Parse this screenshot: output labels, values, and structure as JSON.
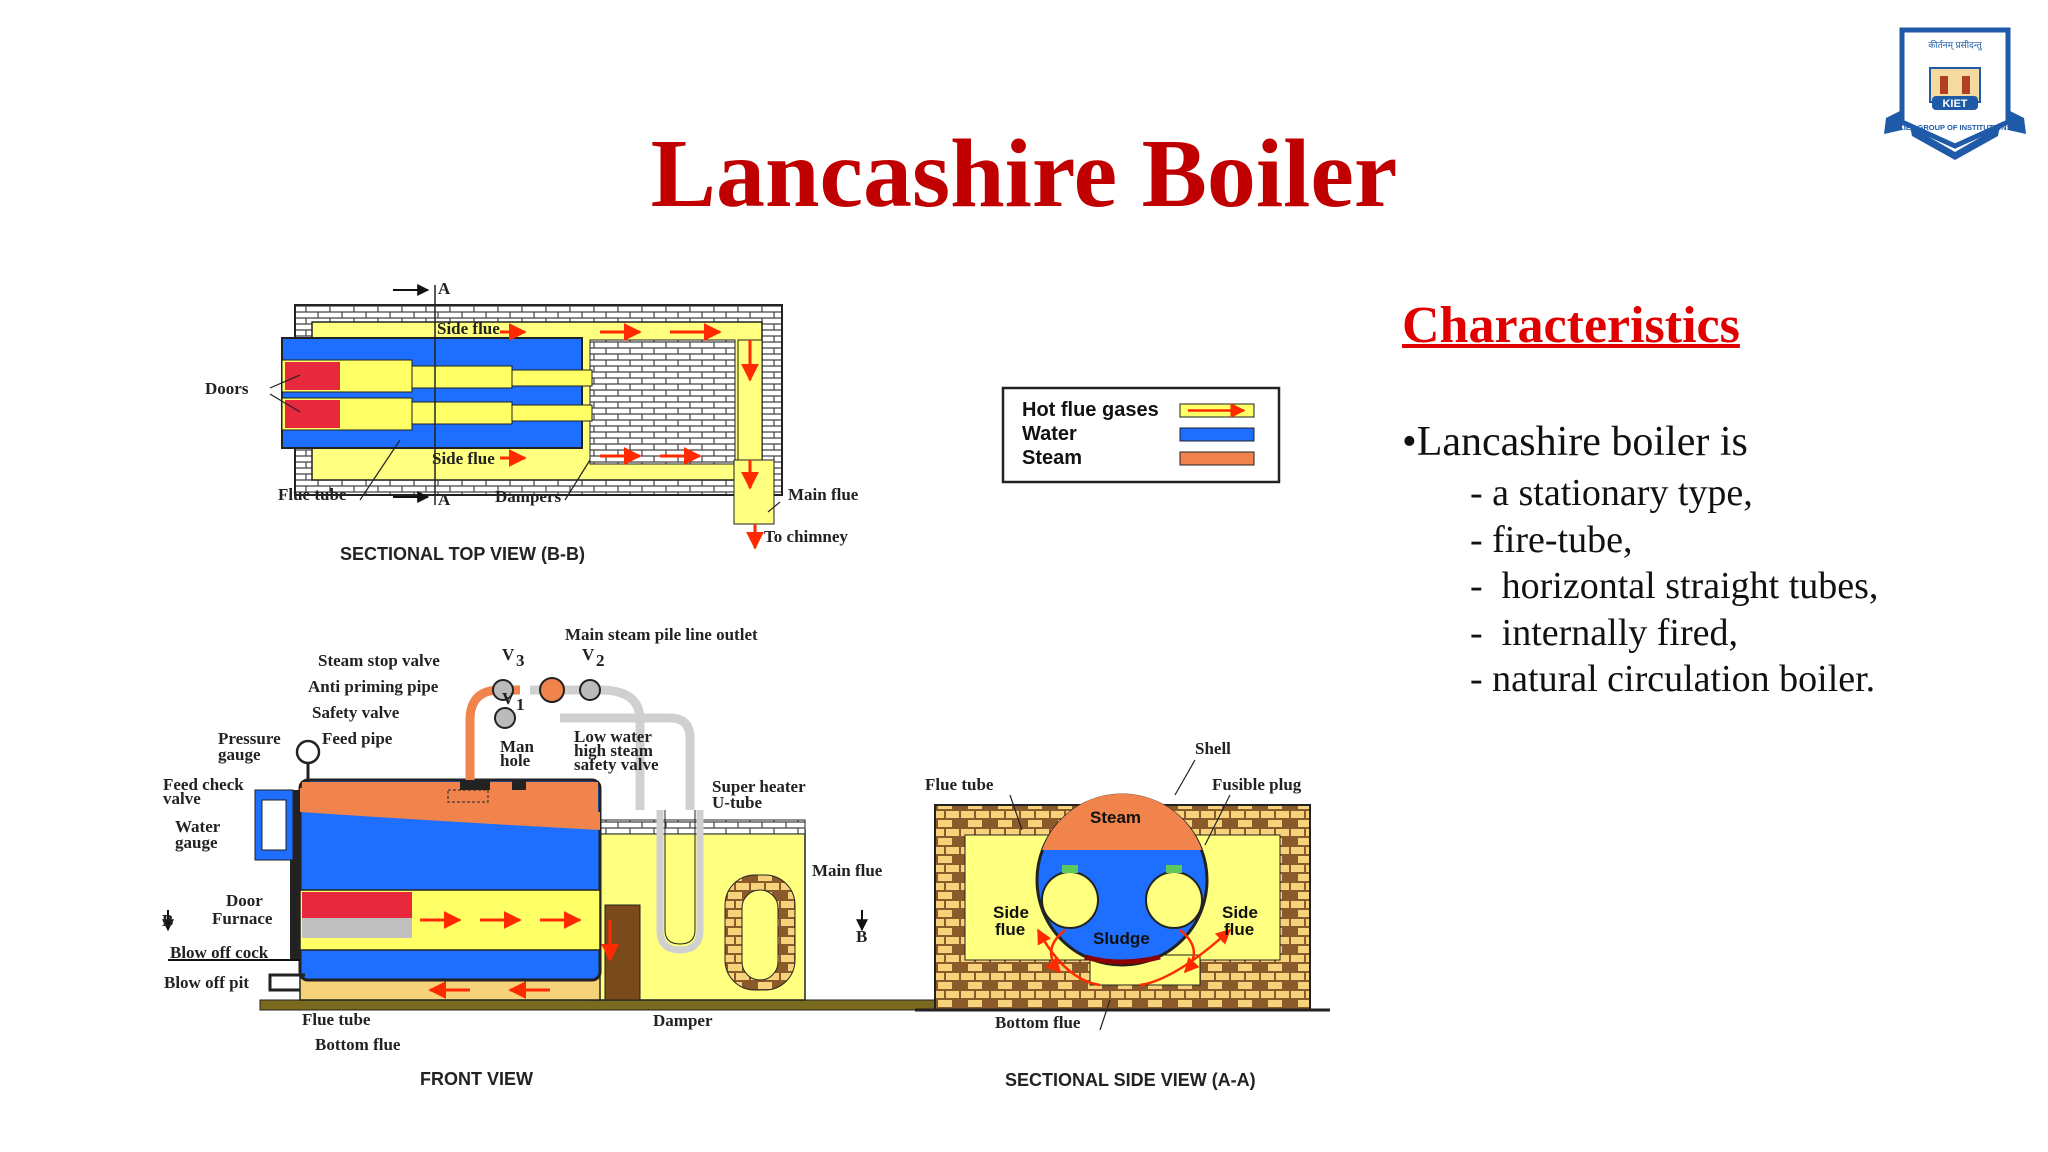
{
  "slide": {
    "title": "Lancashire Boiler",
    "logo": {
      "icon": "kiet-crest-icon",
      "badge": "KIET",
      "ring_text": "KIET GROUP OF INSTITUTIONS",
      "motto": "कीर्तनम् प्रसीदन्तु"
    }
  },
  "characteristics": {
    "heading": "Characteristics",
    "lead": "•Lancashire boiler is",
    "points": [
      "- a stationary type,",
      "- fire-tube,",
      "-  horizontal straight tubes,",
      "-  internally fired,",
      "- natural circulation boiler."
    ]
  },
  "legend": {
    "items": [
      {
        "label": "Hot flue gases",
        "color": "#ffff66",
        "arrow": "#ff3300"
      },
      {
        "label": "Water",
        "color": "#1e6fff"
      },
      {
        "label": "Steam",
        "color": "#f0844c"
      }
    ]
  },
  "top_view": {
    "caption": "SECTIONAL TOP VIEW  (B-B)",
    "labels": {
      "section_a_top": "A",
      "section_a_bottom": "A",
      "side_flue_top": "Side flue",
      "side_flue_bottom": "Side flue",
      "doors": "Doors",
      "flue_tube": "Flue tube",
      "dampers": "Dampers",
      "main_flue": "Main flue",
      "to_chimney": "To chimney"
    }
  },
  "front_view": {
    "caption": "FRONT VIEW",
    "labels": {
      "main_steam": "Main steam pile line outlet",
      "steam_stop_valve": "Steam stop valve",
      "anti_priming_pipe": "Anti priming pipe",
      "safety_valve": "Safety valve",
      "pressure_gauge_1": "Pressure",
      "pressure_gauge_2": "gauge",
      "feed_pipe": "Feed pipe",
      "man_hole_1": "Man",
      "man_hole_2": "hole",
      "low_water_1": "Low water",
      "low_water_2": "high steam",
      "low_water_3": "safety valve",
      "v3": "V",
      "v3_sub": "3",
      "v2": "V",
      "v2_sub": "2",
      "v1": "V",
      "v1_sub": "1",
      "feed_check_1": "Feed check",
      "feed_check_2": "valve",
      "water_gauge_1": "Water",
      "water_gauge_2": "gauge",
      "super_heater_1": "Super heater",
      "super_heater_2": "U-tube",
      "main_flue": "Main flue",
      "door": "Door",
      "furnace": "Furnace",
      "section_b_left": "B",
      "section_b_right": "B",
      "blow_off_cock": "Blow off cock",
      "blow_off_pit": "Blow off pit",
      "flue_tube": "Flue tube",
      "bottom_flue": "Bottom flue",
      "damper": "Damper"
    }
  },
  "side_view": {
    "caption": "SECTIONAL SIDE VIEW (A-A)",
    "labels": {
      "shell": "Shell",
      "flue_tube": "Flue tube",
      "fusible_plug": "Fusible plug",
      "steam": "Steam",
      "side_flue_left_1": "Side",
      "side_flue_left_2": "flue",
      "side_flue_right_1": "Side",
      "side_flue_right_2": "flue",
      "sludge": "Sludge",
      "bottom_flue": "Bottom flue"
    }
  }
}
